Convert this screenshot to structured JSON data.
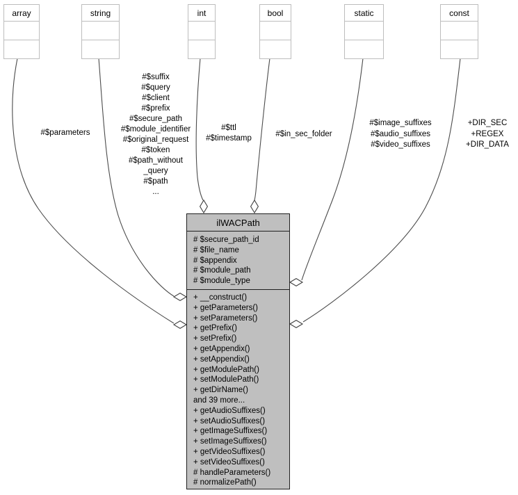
{
  "nodes": {
    "array": {
      "label": "array"
    },
    "string": {
      "label": "string"
    },
    "int": {
      "label": "int"
    },
    "bool": {
      "label": "bool"
    },
    "static": {
      "label": "static"
    },
    "const": {
      "label": "const"
    }
  },
  "edges": {
    "array": {
      "label": "#$parameters"
    },
    "string": {
      "label": "#$suffix\n#$query\n#$client\n#$prefix\n#$secure_path\n#$module_identifier\n#$original_request\n#$token\n#$path_without\n_query\n#$path\n..."
    },
    "int": {
      "label": "#$ttl\n#$timestamp"
    },
    "bool": {
      "label": "#$in_sec_folder"
    },
    "static": {
      "label": "#$image_suffixes\n#$audio_suffixes\n#$video_suffixes"
    },
    "const": {
      "label": "+DIR_SEC\n+REGEX\n+DIR_DATA"
    }
  },
  "class_node": {
    "title": "ilWACPath",
    "attributes": [
      "# $secure_path_id",
      "# $file_name",
      "# $appendix",
      "# $module_path",
      "# $module_type"
    ],
    "methods": [
      "+ __construct()",
      "+ getParameters()",
      "+ setParameters()",
      "+ getPrefix()",
      "+ setPrefix()",
      "+ getAppendix()",
      "+ setAppendix()",
      "+ getModulePath()",
      "+ setModulePath()",
      "+ getDirName()",
      "and 39 more...",
      "+ getAudioSuffixes()",
      "+ setAudioSuffixes()",
      "+ getImageSuffixes()",
      "+ setImageSuffixes()",
      "+ getVideoSuffixes()",
      "+ setVideoSuffixes()",
      "# handleParameters()",
      "# normalizePath()"
    ]
  },
  "colors": {
    "class_fill": "#bfbfbf",
    "edge": "#4b4b4b",
    "type_node_border": "#bdbdbd",
    "background": "#ffffff"
  }
}
